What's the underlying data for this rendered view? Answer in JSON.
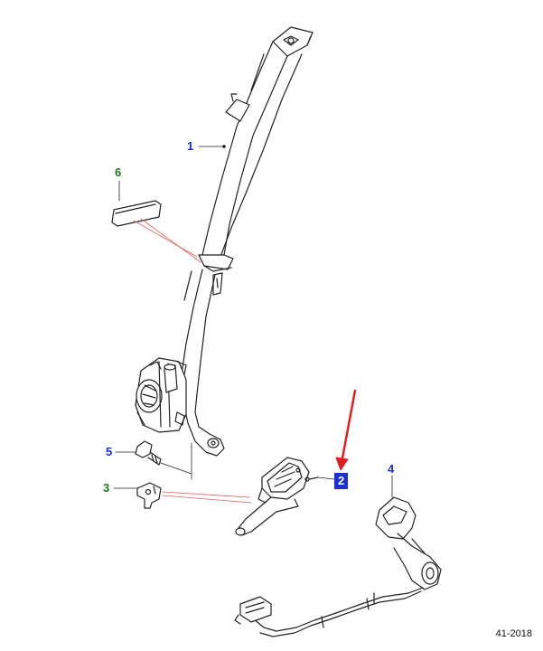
{
  "diagram": {
    "reference": "41-2018",
    "callouts": [
      {
        "id": "1",
        "label": "1",
        "color": "#1a2fd6"
      },
      {
        "id": "2",
        "label": "2",
        "color": "#1a2fd6",
        "highlighted": true
      },
      {
        "id": "3",
        "label": "3",
        "color": "#1e7a1e"
      },
      {
        "id": "4",
        "label": "4",
        "color": "#1a2fd6"
      },
      {
        "id": "5",
        "label": "5",
        "color": "#1a2fd6"
      },
      {
        "id": "6",
        "label": "6",
        "color": "#1e7a1e"
      }
    ],
    "colors": {
      "line": "#222222",
      "leader_red": "#e06060",
      "arrow_red": "#e02020",
      "highlight": "#1a2fd6"
    }
  }
}
